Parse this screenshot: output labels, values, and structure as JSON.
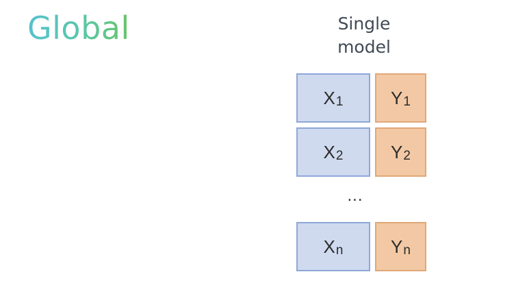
{
  "title": "Global",
  "column_header": {
    "line1": "Single",
    "line2": "model"
  },
  "rows": [
    {
      "x_base": "X",
      "x_sub": "1",
      "y_base": "Y",
      "y_sub": "1"
    },
    {
      "x_base": "X",
      "x_sub": "2",
      "y_base": "Y",
      "y_sub": "2"
    },
    {
      "x_base": "X",
      "x_sub": "n",
      "y_base": "Y",
      "y_sub": "n"
    }
  ],
  "ellipsis": "...",
  "colors": {
    "x_cell_fill": "#cfdaef",
    "x_cell_border": "#8fa7d8",
    "y_cell_fill": "#f2c9a4",
    "y_cell_border": "#e0a878"
  }
}
